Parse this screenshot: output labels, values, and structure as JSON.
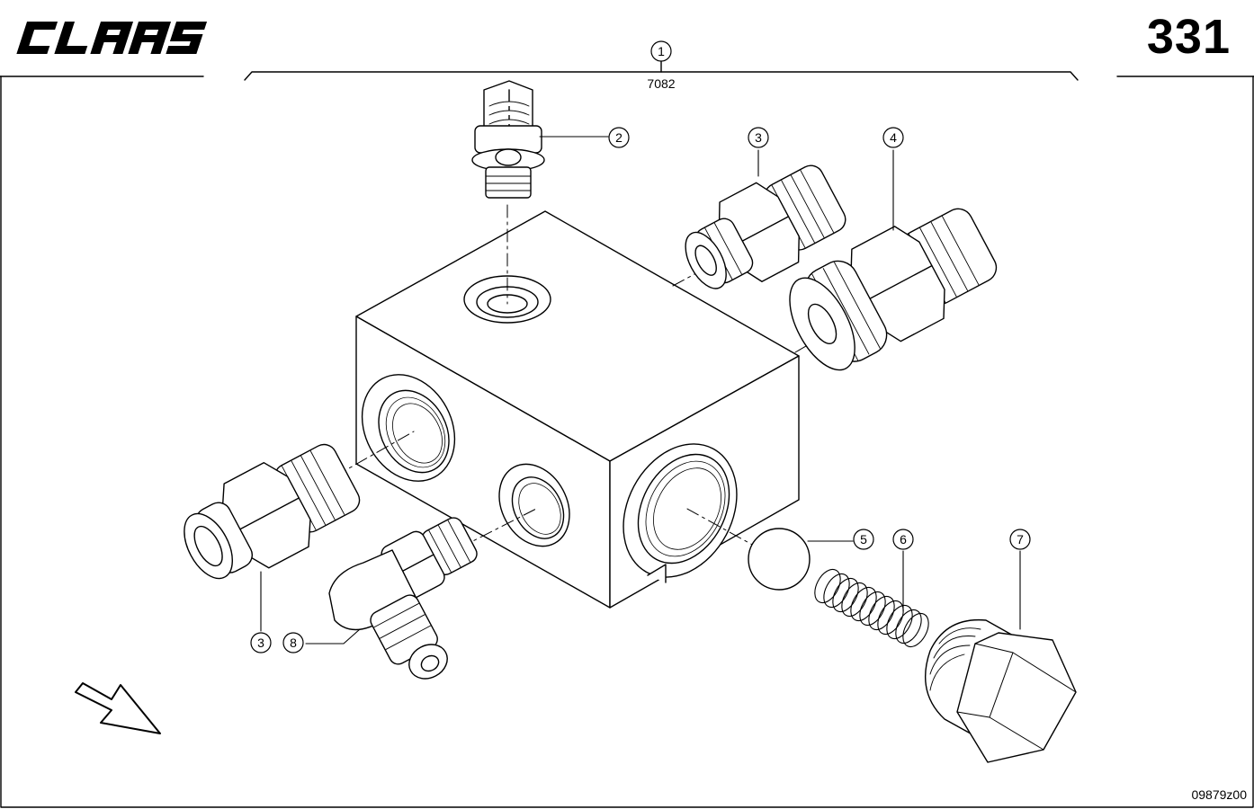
{
  "header": {
    "brand": "CLAAS",
    "page_number": "331"
  },
  "assembly": {
    "callout": "1",
    "part_number": "7082"
  },
  "callouts": [
    "2",
    "3",
    "4",
    "5",
    "6",
    "7",
    "3",
    "8"
  ],
  "footer": {
    "drawing_code": "09879z00"
  }
}
